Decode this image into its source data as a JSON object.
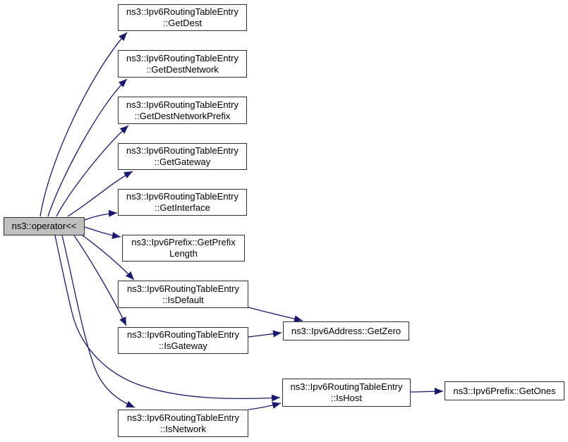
{
  "diagram": {
    "type": "call-graph",
    "description": "Doxygen-style call graph for ns3::operator<<",
    "background": "#ffffff",
    "edge_color": "#191970",
    "node_border_color": "#2f2f2f",
    "node_fill": "#ffffff",
    "highlight_fill": "#bfbfbf",
    "text_color": "#000000"
  },
  "nodes": [
    {
      "id": "operator",
      "line1": "ns3::operator<<",
      "highlight": true
    },
    {
      "id": "getdest",
      "line1": "ns3::Ipv6RoutingTableEntry",
      "line2": "::GetDest"
    },
    {
      "id": "getdestnetwork",
      "line1": "ns3::Ipv6RoutingTableEntry",
      "line2": "::GetDestNetwork"
    },
    {
      "id": "getdestnetworkprefix",
      "line1": "ns3::Ipv6RoutingTableEntry",
      "line2": "::GetDestNetworkPrefix"
    },
    {
      "id": "getgateway",
      "line1": "ns3::Ipv6RoutingTableEntry",
      "line2": "::GetGateway"
    },
    {
      "id": "getinterface",
      "line1": "ns3::Ipv6RoutingTableEntry",
      "line2": "::GetInterface"
    },
    {
      "id": "getprefixlength",
      "line1": "ns3::Ipv6Prefix::GetPrefix",
      "line2": "Length"
    },
    {
      "id": "isdefault",
      "line1": "ns3::Ipv6RoutingTableEntry",
      "line2": "::IsDefault"
    },
    {
      "id": "isgateway",
      "line1": "ns3::Ipv6RoutingTableEntry",
      "line2": "::IsGateway"
    },
    {
      "id": "isnetwork",
      "line1": "ns3::Ipv6RoutingTableEntry",
      "line2": "::IsNetwork"
    },
    {
      "id": "getzero",
      "line1": "ns3::Ipv6Address::GetZero"
    },
    {
      "id": "ishost",
      "line1": "ns3::Ipv6RoutingTableEntry",
      "line2": "::IsHost"
    },
    {
      "id": "getones",
      "line1": "ns3::Ipv6Prefix::GetOnes"
    }
  ],
  "edges": [
    {
      "from": "ns3::operator<<",
      "to": "ns3::Ipv6RoutingTableEntry::GetDest"
    },
    {
      "from": "ns3::operator<<",
      "to": "ns3::Ipv6RoutingTableEntry::GetDestNetwork"
    },
    {
      "from": "ns3::operator<<",
      "to": "ns3::Ipv6RoutingTableEntry::GetDestNetworkPrefix"
    },
    {
      "from": "ns3::operator<<",
      "to": "ns3::Ipv6RoutingTableEntry::GetGateway"
    },
    {
      "from": "ns3::operator<<",
      "to": "ns3::Ipv6RoutingTableEntry::GetInterface"
    },
    {
      "from": "ns3::operator<<",
      "to": "ns3::Ipv6Prefix::GetPrefixLength"
    },
    {
      "from": "ns3::operator<<",
      "to": "ns3::Ipv6RoutingTableEntry::IsDefault"
    },
    {
      "from": "ns3::operator<<",
      "to": "ns3::Ipv6RoutingTableEntry::IsGateway"
    },
    {
      "from": "ns3::operator<<",
      "to": "ns3::Ipv6RoutingTableEntry::IsNetwork"
    },
    {
      "from": "ns3::operator<<",
      "to": "ns3::Ipv6RoutingTableEntry::IsHost"
    },
    {
      "from": "ns3::Ipv6RoutingTableEntry::IsDefault",
      "to": "ns3::Ipv6Address::GetZero"
    },
    {
      "from": "ns3::Ipv6RoutingTableEntry::IsGateway",
      "to": "ns3::Ipv6Address::GetZero"
    },
    {
      "from": "ns3::Ipv6RoutingTableEntry::IsNetwork",
      "to": "ns3::Ipv6RoutingTableEntry::IsHost"
    },
    {
      "from": "ns3::Ipv6RoutingTableEntry::IsHost",
      "to": "ns3::Ipv6Prefix::GetOnes"
    }
  ]
}
